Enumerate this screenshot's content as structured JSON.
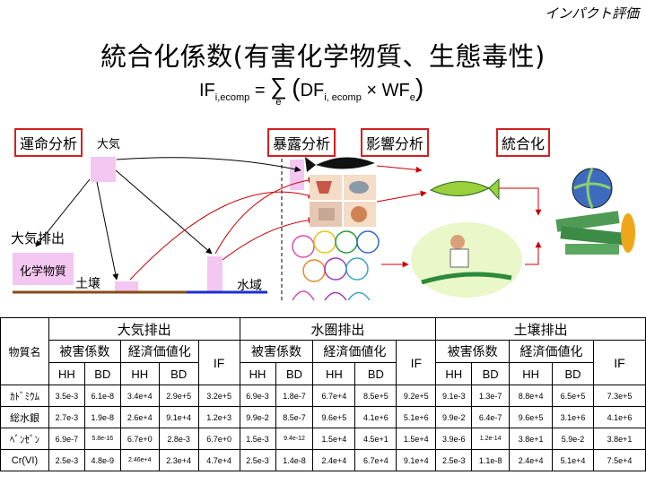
{
  "corner_label": "インパクト評価",
  "title": "統合化係数(有害化学物質、生態毒性)",
  "formula": {
    "lhs": "IF",
    "lhs_sub": "i,ecomp",
    "eq": "=",
    "sum": "∑",
    "sum_sub": "e",
    "df": "DF",
    "df_sub": "i, ecomp",
    "times": "×",
    "wf": "WF",
    "wf_sub": "e"
  },
  "diagram": {
    "fate_analysis": "運命分析",
    "exposure_analysis": "暴露分析",
    "effect_analysis": "影響分析",
    "integration": "統合化",
    "atmosphere": "大気",
    "atmospheric_emission": "大気排出",
    "chemical_substance": "化学物質",
    "soil": "土壌",
    "water": "水域"
  },
  "table": {
    "substance_header": "物質名",
    "groups": [
      "大気排出",
      "水圏排出",
      "土壌排出"
    ],
    "subgroups": [
      "被害係数",
      "経済価値化"
    ],
    "if_label": "IF",
    "cols": [
      "HH",
      "BD",
      "HH",
      "BD"
    ],
    "rows": [
      {
        "name": "ｶﾄﾞﾐｳﾑ",
        "values": [
          "3.5e-3",
          "6.1e-8",
          "3.4e+4",
          "2.9e+5",
          "3.2e+5",
          "6.9e-3",
          "1.8e-7",
          "6.7e+4",
          "8.5e+5",
          "9.2e+5",
          "9.1e-3",
          "1.3e-7",
          "8.8e+4",
          "6.5e+5",
          "7.3e+5"
        ]
      },
      {
        "name": "総水銀",
        "values": [
          "2.7e-3",
          "1.9e-8",
          "2.6e+4",
          "9.1e+4",
          "1.2e+3",
          "9.9e-2",
          "8.5e-7",
          "9.6e+5",
          "4.1e+6",
          "5.1e+6",
          "9.9e-2",
          "6.4e-7",
          "9.6e+5",
          "3.1e+6",
          "4.1e+6"
        ]
      },
      {
        "name": "ﾍﾞﾝｾﾞﾝ",
        "values": [
          "6.9e-7",
          "5.8e-16",
          "6.7e+0",
          "2.8e-3",
          "6.7e+0",
          "1.5e-3",
          "9.4e-12",
          "1.5e+4",
          "4.5e+1",
          "1.5e+4",
          "3.9e-6",
          "1.2e-14",
          "3.8e+1",
          "5.9e-2",
          "3.8e+1"
        ]
      },
      {
        "name": "Cr(VI)",
        "values": [
          "2.5e-3",
          "4.8e-9",
          "2.46e+4",
          "2.3e+4",
          "4.7e+4",
          "2.5e-3",
          "1.4e-8",
          "2.4e+4",
          "6.7e+4",
          "9.1e+4",
          "2.5e-3",
          "1.1e-8",
          "2.4e+4",
          "5.1e+4",
          "7.5e+4"
        ]
      }
    ]
  },
  "colors": {
    "label_border": "#d32020",
    "arrow_red": "#cc0000",
    "pink_bar": "#f3c7f1",
    "soil_line": "#8a4a1a",
    "water_line": "#1a2fd6"
  }
}
